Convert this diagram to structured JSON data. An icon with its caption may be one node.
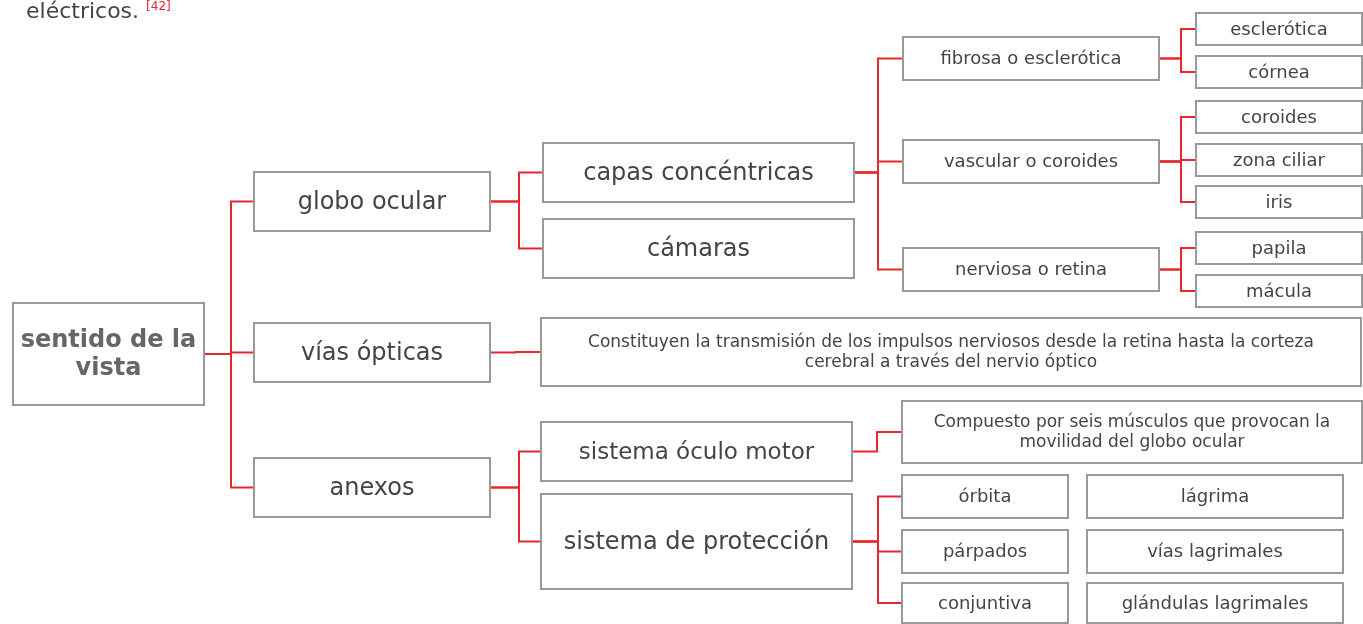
{
  "diagram": {
    "nodes": [
      {
        "text": [
          "sentido de la vista"
        ]
      },
      {
        "text": [
          "globo ocular"
        ]
      },
      {
        "text": [
          "vías ópticas"
        ]
      },
      {
        "text": [
          "anexos"
        ]
      },
      {
        "text": [
          "capas concéntricas"
        ]
      },
      {
        "text": [
          "cámaras"
        ]
      },
      {
        "text": [
          "Constituyen la transmisión de los impulsos nerviosos desde la retina hasta la corteza cerebral a través del nervio óptico"
        ]
      },
      {
        "text": [
          "sistema óculo motor"
        ]
      },
      {
        "text": [
          "sistema de protección"
        ]
      },
      {
        "text": [
          "fibrosa o esclerótica"
        ]
      },
      {
        "text": [
          "vascular o coroides"
        ]
      },
      {
        "text": [
          "nerviosa o retina"
        ]
      },
      {
        "text": [
          "esclerótica"
        ]
      },
      {
        "text": [
          "córnea"
        ]
      },
      {
        "text": [
          "coroides"
        ]
      },
      {
        "text": [
          "zona ciliar"
        ]
      },
      {
        "text": [
          "iris"
        ]
      },
      {
        "text": [
          "papila"
        ]
      },
      {
        "text": [
          "mácula"
        ]
      },
      {
        "text": [
          "Compuesto por seis músculos que provocan la movilidad del globo ocular"
        ]
      },
      {
        "text": [
          "órbita"
        ]
      },
      {
        "text": [
          "párpados"
        ]
      },
      {
        "text": [
          "conjuntiva"
        ]
      },
      {
        "text": [
          "lágrima"
        ]
      },
      {
        "text": [
          "vías lagrimales"
        ]
      },
      {
        "text": [
          "glándulas lagrimales"
        ]
      }
    ],
    "edges": [
      {
        "from": 0,
        "to": 1,
        "arrow": "none"
      },
      {
        "from": 0,
        "to": 2,
        "arrow": "none"
      },
      {
        "from": 0,
        "to": 3,
        "arrow": "none"
      },
      {
        "from": 1,
        "to": 4,
        "arrow": "none"
      },
      {
        "from": 1,
        "to": 5,
        "arrow": "none"
      },
      {
        "from": 2,
        "to": 6,
        "arrow": "none"
      },
      {
        "from": 3,
        "to": 7,
        "arrow": "none"
      },
      {
        "from": 3,
        "to": 8,
        "arrow": "none"
      },
      {
        "from": 4,
        "to": 9,
        "arrow": "none"
      },
      {
        "from": 4,
        "to": 10,
        "arrow": "none"
      },
      {
        "from": 4,
        "to": 11,
        "arrow": "none"
      },
      {
        "from": 9,
        "to": 12,
        "arrow": "none"
      },
      {
        "from": 9,
        "to": 13,
        "arrow": "none"
      },
      {
        "from": 10,
        "to": 14,
        "arrow": "none"
      },
      {
        "from": 10,
        "to": 15,
        "arrow": "none"
      },
      {
        "from": 10,
        "to": 16,
        "arrow": "none"
      },
      {
        "from": 11,
        "to": 17,
        "arrow": "none"
      },
      {
        "from": 11,
        "to": 18,
        "arrow": "none"
      },
      {
        "from": 7,
        "to": 19,
        "arrow": "none"
      },
      {
        "from": 8,
        "to": 20,
        "arrow": "none"
      },
      {
        "from": 8,
        "to": 21,
        "arrow": "none"
      },
      {
        "from": 8,
        "to": 22,
        "arrow": "none"
      }
    ],
    "labels": [
      "eléctricos. $^{[42]}$"
    ]
  }
}
